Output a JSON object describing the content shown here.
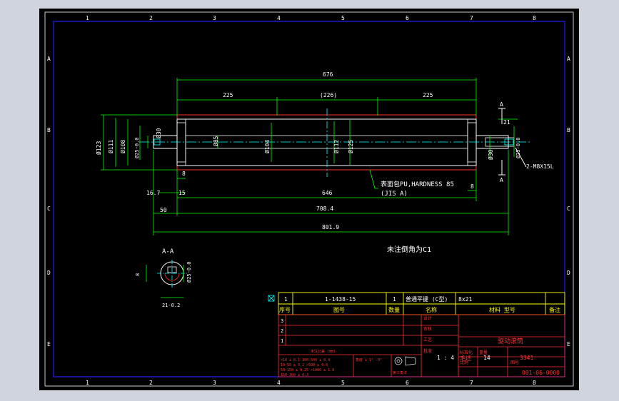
{
  "zone_numbers": [
    "1",
    "2",
    "3",
    "4",
    "5",
    "6",
    "7",
    "8"
  ],
  "zone_letters": [
    "A",
    "B",
    "C",
    "D",
    "E"
  ],
  "dims": {
    "overall_676": "676",
    "left_225": "225",
    "mid_226": "(226)",
    "right_225": "225",
    "len_646": "646",
    "len_708": "708.4",
    "len_801": "801.9",
    "d_123": "Ø123",
    "d_111": "Ø111",
    "d_108": "Ø108",
    "d_25_m": "Ø25-0.0",
    "d_30_l": "Ø30",
    "d_85": "Ø85",
    "d_104": "Ø104",
    "d_112": "Ø112",
    "d_125": "Ø125",
    "d_30_r": "Ø30",
    "d_25_r": "Ø25-0.0",
    "dim_8a": "8",
    "dim_16_7": "16.7",
    "dim_15": "15",
    "dim_50": "50",
    "dim_8b": "8",
    "dim_21": "21",
    "tap_label": "2-M8X15L",
    "sec_a_top": "A",
    "sec_a_bot": "A"
  },
  "notes": {
    "coating": "表面包PU,HARDNESS 85",
    "coating2": "(JIS A)",
    "chamfer": "未注倒角为C1"
  },
  "section": {
    "title": "A-A",
    "d8": "8",
    "d21": "21-0.2",
    "d25": "Ø25-0.0"
  },
  "bom": {
    "row": [
      "1",
      "1-1438-15",
      "1",
      "普通平键 (C型)",
      "8x21",
      ""
    ],
    "headers": [
      "序号",
      "图号",
      "数量",
      "名称",
      "材料 型号",
      "备注"
    ]
  },
  "title_block": {
    "name": "驱动滚筒",
    "scale": "1 : 4",
    "material_label": "毛坯",
    "count": "14",
    "weight": "3341",
    "drawing_no": "001-06-0000",
    "rows": [
      "3",
      "2",
      "1"
    ],
    "tol_title": "未注公差 (mm)",
    "tol_lines": [
      "<10 ± 0.1   300-500 ± 0.4",
      "10-50 ± 0.2   >500 ± 0.6",
      "50-150 ± 0.25  >1000 ± 1.0",
      "150-300 ± 0.3"
    ],
    "angle_tol": "角度 ± 1° -0°",
    "projection": "第三角法",
    "labels": [
      "设计",
      "审核",
      "工艺",
      "批准",
      "标准化",
      "重量",
      "比例",
      "图号"
    ]
  }
}
